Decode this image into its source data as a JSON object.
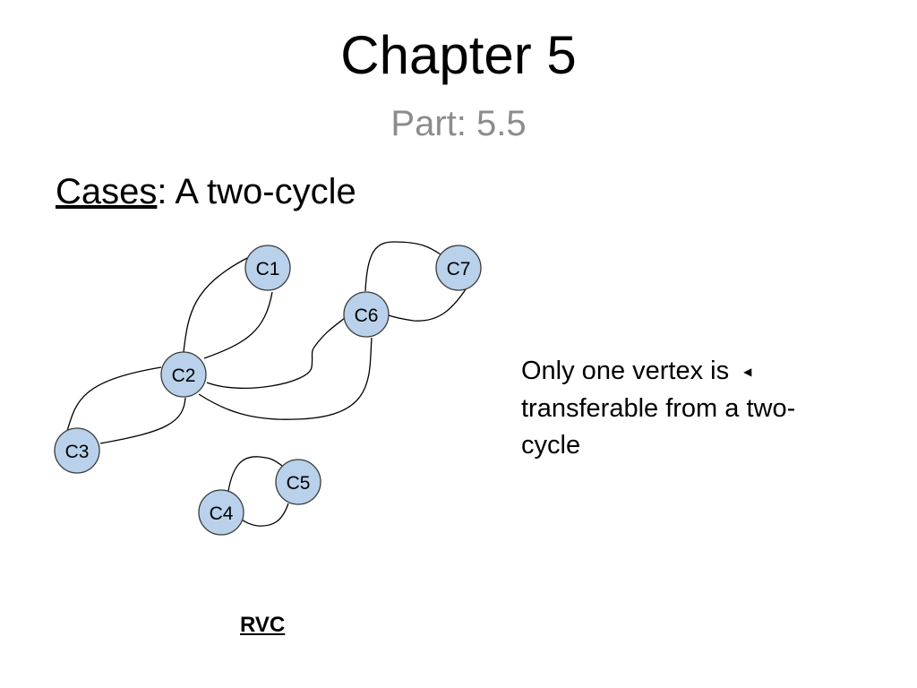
{
  "slide": {
    "title": "Chapter 5",
    "subtitle": "Part: 5.5",
    "heading_underlined": "Cases",
    "heading_rest": ": A two-cycle",
    "note_line1": "Only one vertex is",
    "note_line2": "transferable from a two-",
    "note_line3": "cycle",
    "footer_link": "RVC"
  },
  "diagram": {
    "node_fill": "#b9d1ea",
    "node_stroke": "#3a3a3a",
    "edge_color": "#000000",
    "nodes": [
      {
        "id": "C1",
        "label": "C1"
      },
      {
        "id": "C2",
        "label": "C2"
      },
      {
        "id": "C3",
        "label": "C3"
      },
      {
        "id": "C4",
        "label": "C4"
      },
      {
        "id": "C5",
        "label": "C5"
      },
      {
        "id": "C6",
        "label": "C6"
      },
      {
        "id": "C7",
        "label": "C7"
      }
    ],
    "edges": [
      {
        "from": "C1",
        "to": "C2"
      },
      {
        "from": "C2",
        "to": "C1"
      },
      {
        "from": "C2",
        "to": "C3"
      },
      {
        "from": "C3",
        "to": "C2"
      },
      {
        "from": "C2",
        "to": "C6"
      },
      {
        "from": "C6",
        "to": "C2"
      },
      {
        "from": "C6",
        "to": "C7"
      },
      {
        "from": "C7",
        "to": "C6"
      },
      {
        "from": "C4",
        "to": "C5"
      },
      {
        "from": "C5",
        "to": "C4"
      }
    ]
  }
}
